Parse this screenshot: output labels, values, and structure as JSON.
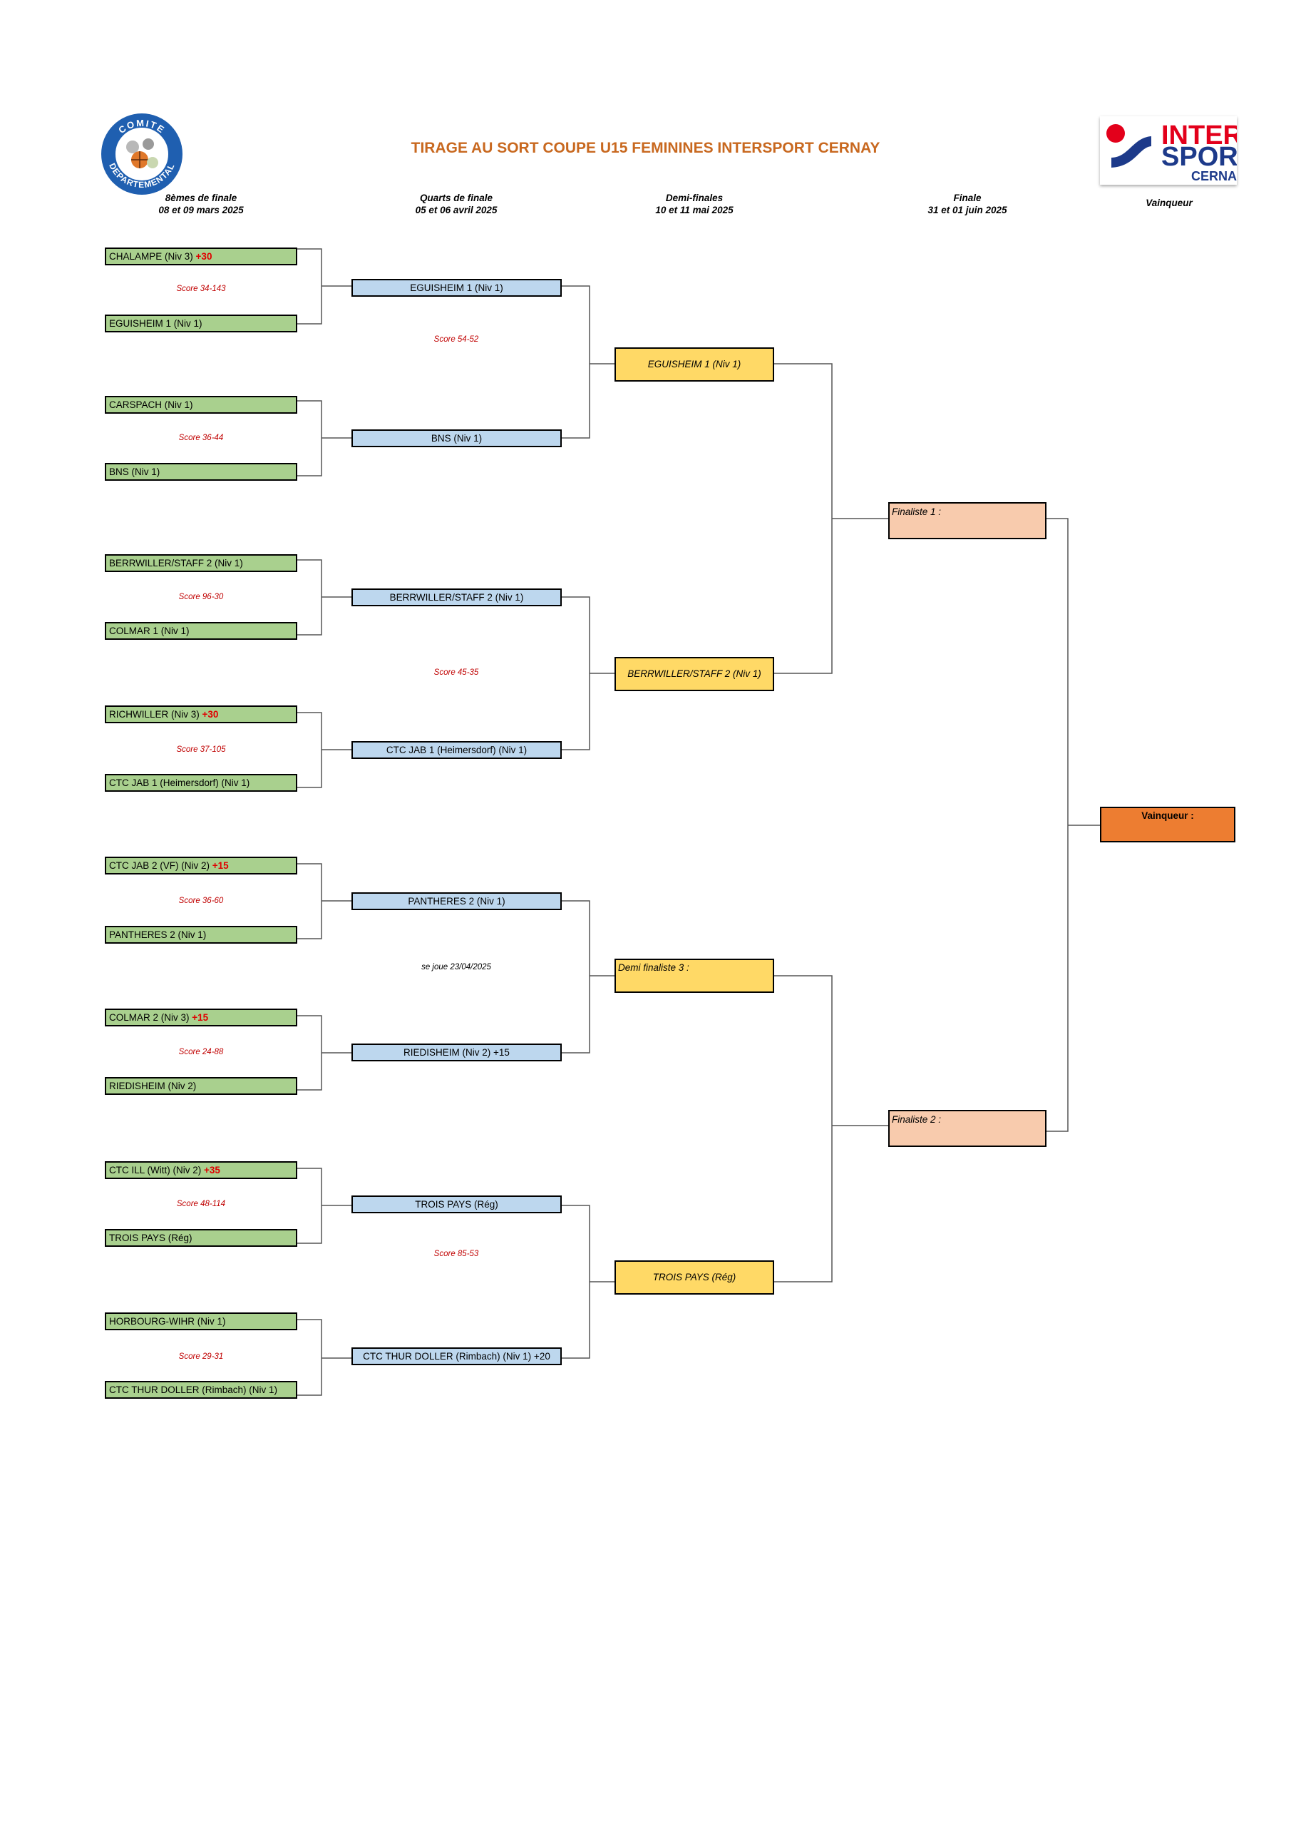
{
  "header": {
    "title": "TIRAGE AU SORT COUPE U15 FEMININES INTERSPORT CERNAY",
    "logo_left_text": "COMITE DEPARTEMENTAL",
    "logo_right_line1": "INTER",
    "logo_right_line2": "SPOR",
    "logo_right_line3": "CERNA"
  },
  "rounds": [
    {
      "name": "8èmes de finale",
      "dates": "08 et 09 mars 2025"
    },
    {
      "name": "Quarts de finale",
      "dates": "05 et 06 avril 2025"
    },
    {
      "name": "Demi-finales",
      "dates": "10 et 11 mai 2025"
    },
    {
      "name": "Finale",
      "dates": "31 et 01 juin 2025"
    },
    {
      "name": "Vainqueur",
      "dates": ""
    }
  ],
  "r16": [
    {
      "team": "CHALAMPE (Niv 3)",
      "bonus": "+30"
    },
    {
      "team": "EGUISHEIM 1 (Niv 1)",
      "bonus": ""
    },
    {
      "team": "CARSPACH (Niv 1)",
      "bonus": ""
    },
    {
      "team": "BNS (Niv 1)",
      "bonus": ""
    },
    {
      "team": "BERRWILLER/STAFF 2 (Niv 1)",
      "bonus": ""
    },
    {
      "team": "COLMAR 1 (Niv 1)",
      "bonus": ""
    },
    {
      "team": "RICHWILLER (Niv 3)",
      "bonus": "+30"
    },
    {
      "team": "CTC JAB 1 (Heimersdorf) (Niv 1)",
      "bonus": ""
    },
    {
      "team": "CTC JAB 2 (VF) (Niv 2)",
      "bonus": "+15"
    },
    {
      "team": "PANTHERES 2 (Niv 1)",
      "bonus": ""
    },
    {
      "team": "COLMAR 2 (Niv 3)",
      "bonus": "+15"
    },
    {
      "team": "RIEDISHEIM (Niv 2)",
      "bonus": ""
    },
    {
      "team": "CTC ILL (Witt) (Niv 2)",
      "bonus": "+35"
    },
    {
      "team": "TROIS PAYS (Rég)",
      "bonus": ""
    },
    {
      "team": "HORBOURG-WIHR (Niv 1)",
      "bonus": ""
    },
    {
      "team": "CTC THUR DOLLER (Rimbach) (Niv 1)",
      "bonus": ""
    }
  ],
  "r16_scores": [
    "Score 34-143",
    "Score 36-44",
    "Score 96-30",
    "Score 37-105",
    "Score 36-60",
    "Score 24-88",
    "Score 48-114",
    "Score 29-31"
  ],
  "quarters": [
    "EGUISHEIM 1 (Niv 1)",
    "BNS (Niv 1)",
    "BERRWILLER/STAFF 2 (Niv 1)",
    "CTC JAB 1 (Heimersdorf) (Niv 1)",
    "PANTHERES 2 (Niv 1)",
    "RIEDISHEIM (Niv 2) +15",
    "TROIS PAYS (Rég)",
    "CTC THUR DOLLER (Rimbach) (Niv 1) +20"
  ],
  "quarter_scores": [
    "Score 54-52",
    "Score 45-35",
    "se joue 23/04/2025",
    "Score 85-53"
  ],
  "semis": [
    "EGUISHEIM 1 (Niv 1)",
    "BERRWILLER/STAFF 2 (Niv 1)",
    "Demi finaliste 3 :",
    "TROIS PAYS (Rég)"
  ],
  "finalists": [
    "Finaliste 1 :",
    "Finaliste 2 :"
  ],
  "winner_label": "Vainqueur :"
}
